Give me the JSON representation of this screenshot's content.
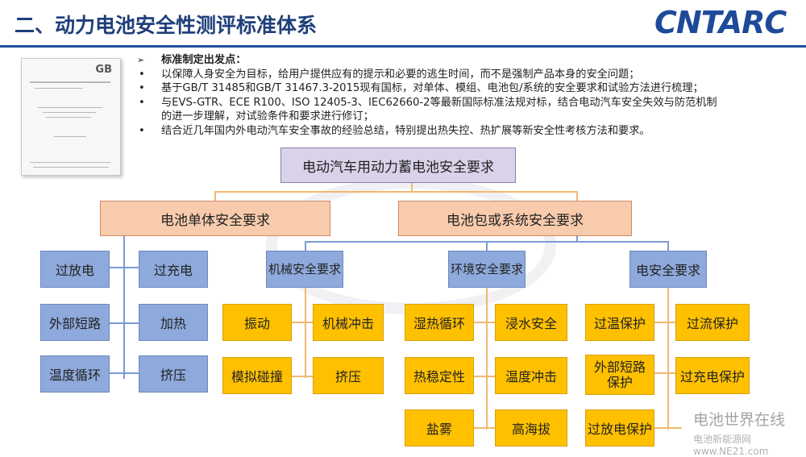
{
  "header": {
    "title": "二、动力电池安全性测评标准体系",
    "logo": "CNTARC"
  },
  "doc_thumb": {
    "badge": "GB"
  },
  "intro": {
    "heading_marker": "➢",
    "heading": "标准制定出发点：",
    "marker": "•",
    "items": [
      "以保障人身安全为目标，给用户提供应有的提示和必要的逃生时间，而不是强制产品本身的安全问题；",
      "基于GB/T 31485和GB/T 31467.3-2015现有国标，对单体、模组、电池包/系统的安全要求和试验方法进行梳理；",
      "与EVS-GTR、ECE R100、ISO 12405-3、IEC62660-2等最新国际标准法规对标，结合电动汽车安全失效与防范机制",
      "的进一步理解，对试验条件和要求进行修订；",
      "结合近几年国内外电动汽车安全事故的经验总结，特别提出热失控、热扩展等新安全性考核方法和要求。"
    ]
  },
  "tree": {
    "root": "电动汽车用动力蓄电池安全要求",
    "cell": {
      "label": "电池单体安全要求",
      "items": [
        "过放电",
        "过充电",
        "外部短路",
        "加热",
        "温度循环",
        "挤压"
      ]
    },
    "pack": {
      "label": "电池包或系统安全要求",
      "groups": [
        {
          "label": "机械安全要求",
          "items": [
            "振动",
            "机械冲击",
            "模拟碰撞",
            "挤压"
          ]
        },
        {
          "label": "环境安全要求",
          "items": [
            "湿热循环",
            "浸水安全",
            "热稳定性",
            "温度冲击",
            "盐雾",
            "高海拔"
          ]
        },
        {
          "label": "电安全要求",
          "items": [
            "过温保护",
            "过流保护",
            "外部短路保护",
            "过充电保护",
            "过放电保护"
          ]
        }
      ]
    }
  },
  "watermark": {
    "text": "电池世界在线",
    "site": "电池新能源网 www.NE21.com"
  }
}
